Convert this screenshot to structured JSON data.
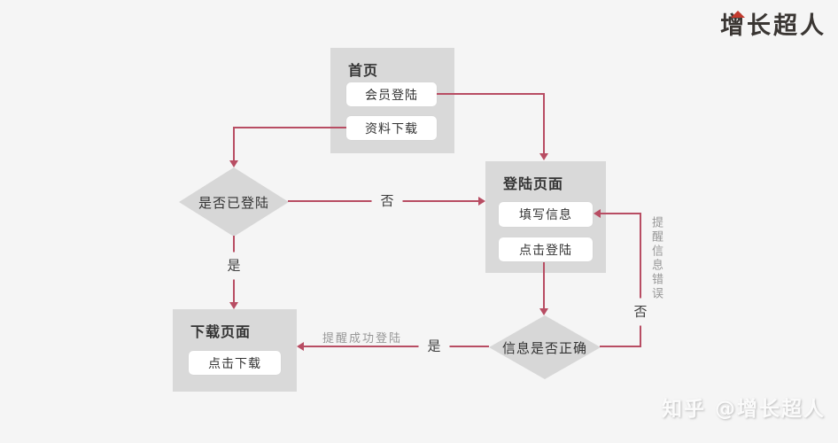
{
  "page": {
    "background": "#f5f5f5"
  },
  "logo": {
    "text": "增长超人",
    "accent_color": "#c23a2e"
  },
  "watermark": {
    "text": "知乎 @增长超人"
  },
  "flowchart": {
    "line_color": "#b84d63",
    "node_fill": "#d9d9d9",
    "nodes": {
      "home": {
        "title": "首页",
        "buttons": [
          "会员登陆",
          "资料下载"
        ]
      },
      "login": {
        "title": "登陆页面",
        "buttons": [
          "填写信息",
          "点击登陆"
        ]
      },
      "download": {
        "title": "下载页面",
        "buttons": [
          "点击下载"
        ]
      },
      "decision_logged_in": {
        "label": "是否已登陆"
      },
      "decision_info_correct": {
        "label": "信息是否正确"
      }
    },
    "edge_labels": {
      "logged_in_no": "否",
      "logged_in_yes": "是",
      "info_correct_yes": "是",
      "info_correct_no": "否",
      "remind_success": "提醒成功登陆",
      "remind_error": "提醒信息错误"
    }
  }
}
